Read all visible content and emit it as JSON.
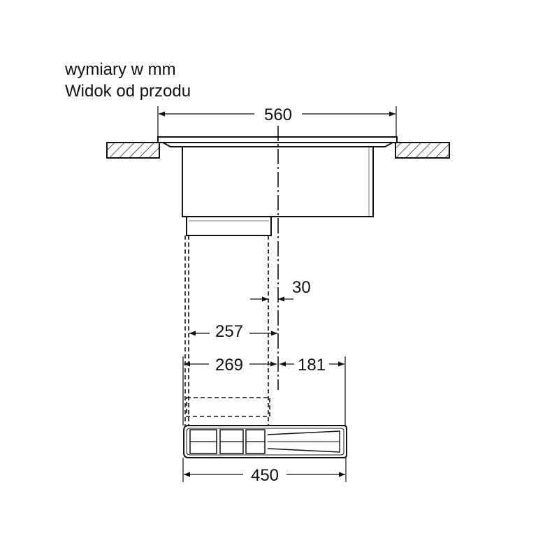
{
  "header": {
    "units": "wymiary w mm",
    "view": "Widok od przodu"
  },
  "dimensions": {
    "cooktop_width": "560",
    "offset": "30",
    "duct_inner_width": "257",
    "duct_outer_width": "269",
    "side_distance": "181",
    "fan_unit_width": "450"
  },
  "colors": {
    "line": "#111111"
  }
}
